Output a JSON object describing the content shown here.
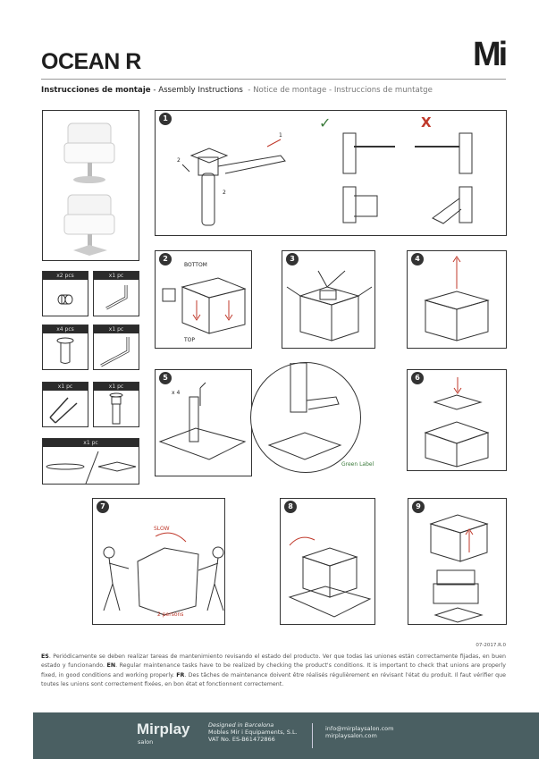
{
  "header": {
    "title": "OCEAN R",
    "logo": "Mi",
    "subtitle_es": "Instrucciones de montaje",
    "subtitle_en": "- Assembly Instructions",
    "subtitle_fr": "- Notice de montage",
    "subtitle_ca": "- Instruccions de muntatge"
  },
  "parts": [
    {
      "qty": "x2 pcs"
    },
    {
      "qty": "x1 pc"
    },
    {
      "qty": "x4 pcs"
    },
    {
      "qty": "x1 pc"
    },
    {
      "qty": "x1 pc"
    },
    {
      "qty": "x1 pc"
    },
    {
      "qty": "x1 pc"
    }
  ],
  "steps": {
    "s1": {
      "num": "1",
      "label_1": "1",
      "label_2a": "2",
      "label_2b": "2",
      "ok": "✓",
      "bad": "X"
    },
    "s2": {
      "num": "2",
      "bottom": "BOTTOM",
      "top": "TOP"
    },
    "s3": {
      "num": "3"
    },
    "s4": {
      "num": "4"
    },
    "s5": {
      "num": "5",
      "qty": "x 4",
      "green_label": "Green Label"
    },
    "s6": {
      "num": "6"
    },
    "s7": {
      "num": "7",
      "slow": "SLOW",
      "persons": "2 persons"
    },
    "s8": {
      "num": "8"
    },
    "s9": {
      "num": "9"
    }
  },
  "version": "07-2017.R.0",
  "maintenance": {
    "es_tag": "ES",
    "es": ". Periódicamente se deben realizar tareas de mantenimiento revisando el estado del producto. Ver que todas las uniones están correctamente fijadas, en buen estado y funcionando.",
    "en_tag": "EN",
    "en": ". Regular maintenance tasks have to be realized by checking the product's conditions. It is important to check that unions are properly fixed, in good conditions and working properly.",
    "fr_tag": "FR",
    "fr": ". Des tâches de maintenance doivent être réalisés régulièrement en révisant l'état du produit. Il faut vérifier que toutes les unions sont correctement fixées, en bon état et fonctionnent correctement."
  },
  "footer": {
    "brand": "Mirplay",
    "brand_sub": "salon",
    "designed": "Designed in Barcelona",
    "company": "Mobles Mir i Equipaments, S.L.",
    "vat": "VAT No. ES-B61472866",
    "email": "info@mirplaysalon.com",
    "web": "mirplaysalon.com"
  },
  "colors": {
    "footer_bg": "#4a5f62",
    "accent_red": "#c0392b",
    "green": "#3a7a3a"
  }
}
